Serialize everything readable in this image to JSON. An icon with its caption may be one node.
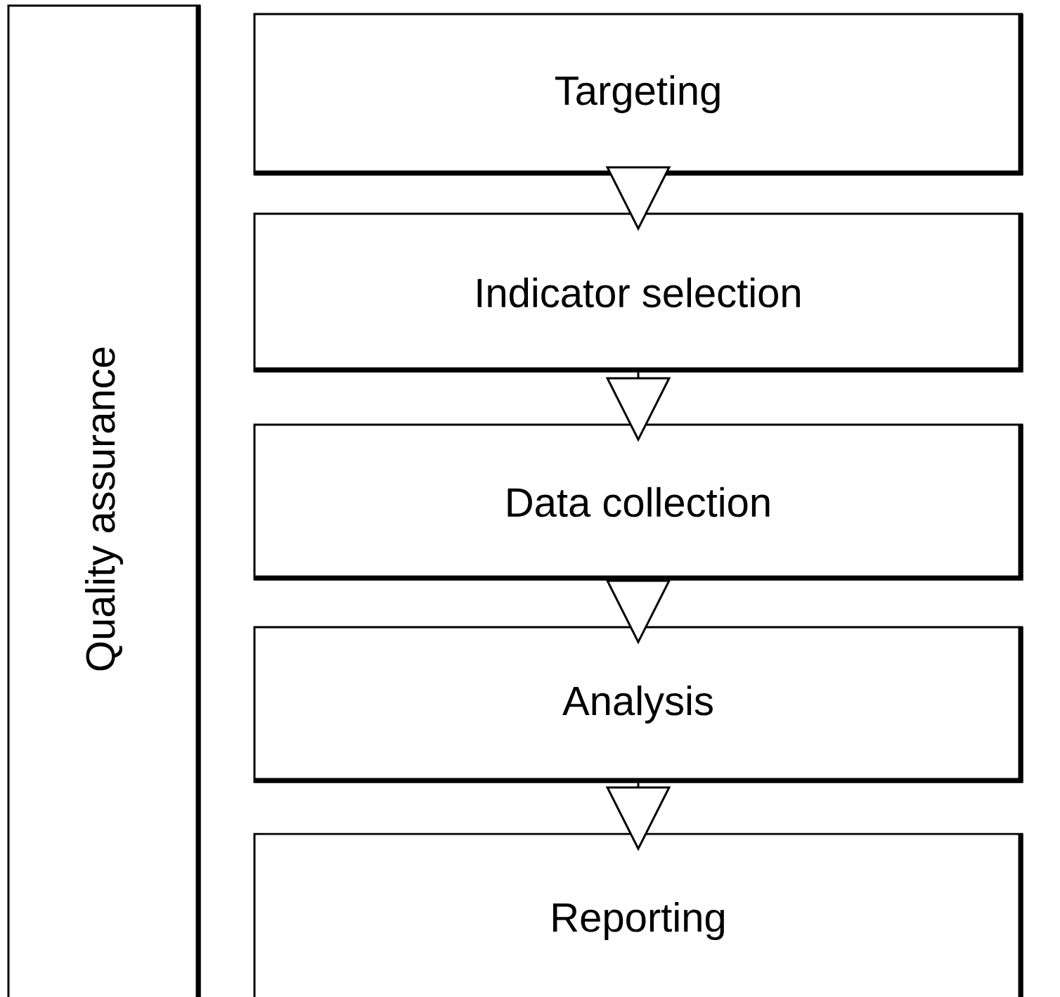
{
  "diagram": {
    "nodes": [
      {
        "text": [
          "Quality assurance"
        ]
      },
      {
        "text": [
          "Targeting"
        ]
      },
      {
        "text": [
          "Indicator selection"
        ]
      },
      {
        "text": [
          "Data collection"
        ]
      },
      {
        "text": [
          "Analysis"
        ]
      },
      {
        "text": [
          "Reporting"
        ]
      }
    ],
    "edges": [
      {
        "from": 1,
        "to": 2,
        "arrow": "to"
      },
      {
        "from": 2,
        "to": 3,
        "arrow": "to"
      },
      {
        "from": 3,
        "to": 4,
        "arrow": "to"
      },
      {
        "from": 4,
        "to": 5,
        "arrow": "to"
      }
    ]
  }
}
